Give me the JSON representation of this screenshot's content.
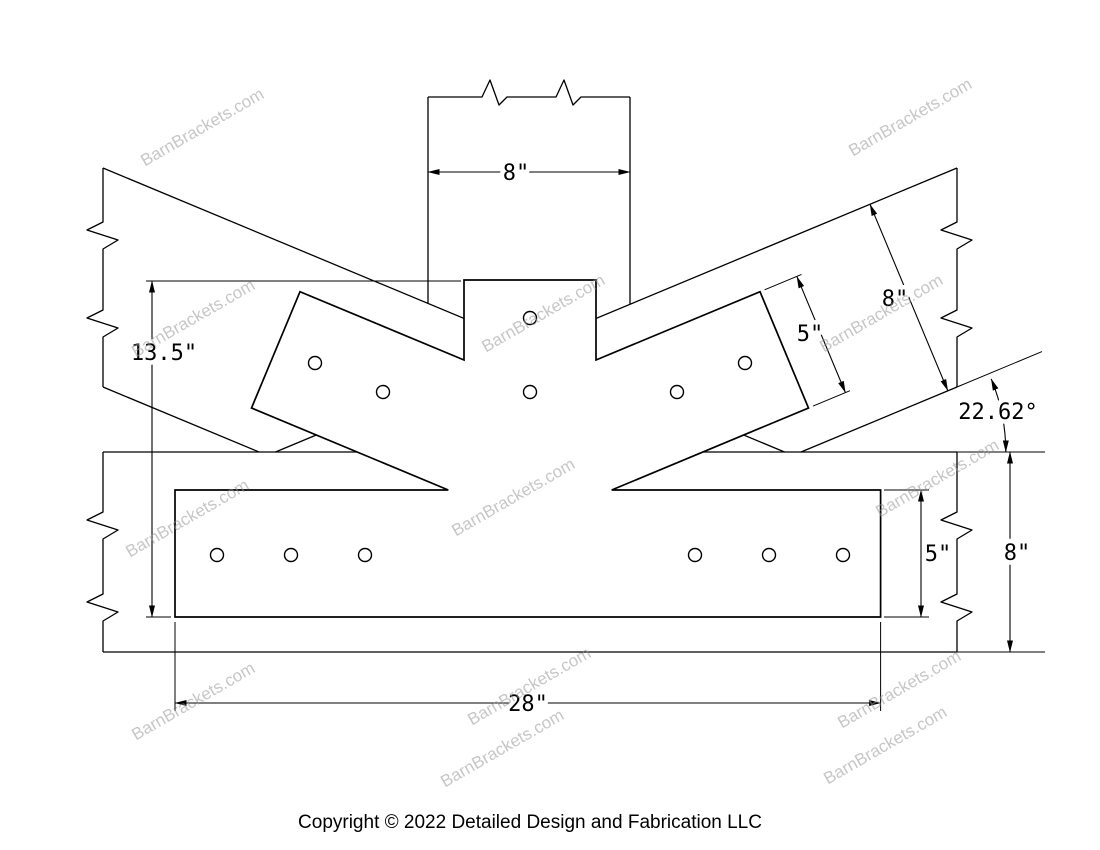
{
  "drawing": {
    "dims": {
      "post_width": "8\"",
      "left_height": "13.5\"",
      "arm_width": "5\"",
      "beam_width": "8\"",
      "angle": "22.62°",
      "band_height": "5\"",
      "chord_height": "8\"",
      "band_length": "28\""
    },
    "watermark": "BarnBrackets.com",
    "copyright": "Copyright © 2022 Detailed Design and Fabrication LLC",
    "colors": {
      "line": "#000000",
      "watermark": "#9a9a9a",
      "background": "#ffffff"
    }
  }
}
